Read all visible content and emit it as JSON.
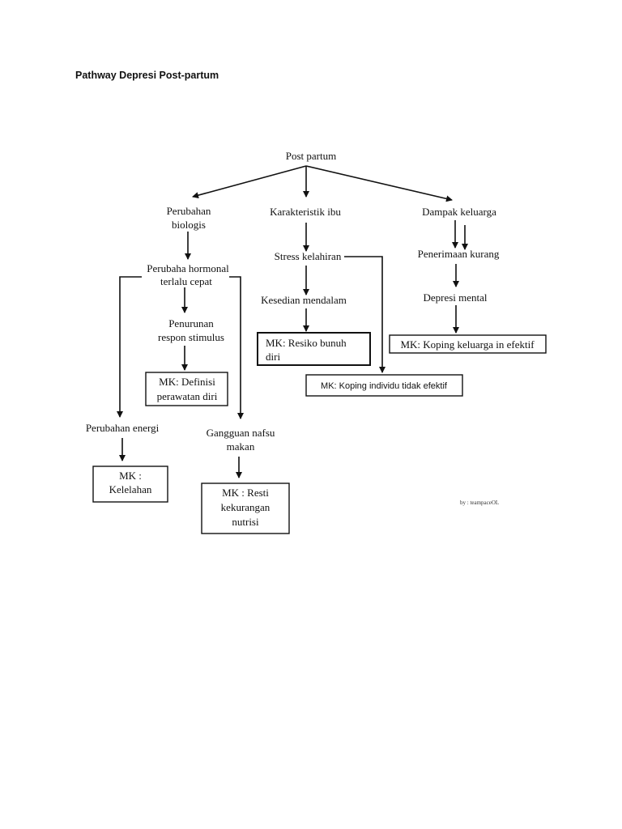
{
  "title": "Pathway Depresi Post-partum",
  "nodes": {
    "root": "Post partum",
    "perubahan_biologis": [
      "Perubahan",
      "biologis"
    ],
    "karakteristik_ibu": "Karakteristik ibu",
    "dampak_keluarga": "Dampak keluarga",
    "hormonal": [
      "Perubaha hormonal",
      "terlalu cepat"
    ],
    "stress": "Stress kelahiran",
    "penerimaan": "Penerimaan kurang",
    "penurunan": [
      "Penurunan",
      "respon stimulus"
    ],
    "kesedian": "Kesedian mendalam",
    "depresi_mental": "Depresi mental",
    "perubahan_energi": "Perubahan energi",
    "gangguan": [
      "Gangguan nafsu",
      "makan"
    ]
  },
  "diagnoses": {
    "resiko_bunuh_diri": [
      "MK: Resiko bunuh",
      "diri"
    ],
    "koping_keluarga": "MK: Koping keluarga in efektif",
    "definisi_perawatan": [
      "MK: Definisi",
      "perawatan diri"
    ],
    "koping_individu": "MK: Koping individu tidak efektif",
    "kelelahan": [
      "MK :",
      "Kelelahan"
    ],
    "resti_nutrisi": [
      "MK : Resti",
      "kekurangan",
      "nutrisi"
    ]
  },
  "credit": "by : teampaceOL"
}
